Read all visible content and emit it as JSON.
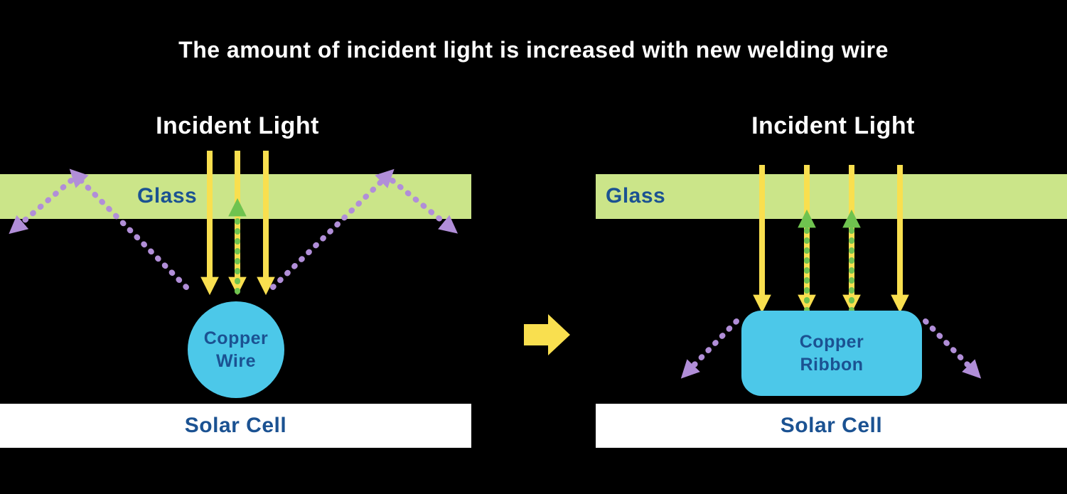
{
  "title": "The amount of incident light is increased with new welding wire",
  "left_panel": {
    "incident_light_label": "Incident Light",
    "glass_label": "Glass",
    "copper": {
      "line1": "Copper",
      "line2": "Wire"
    },
    "solar_cell_label": "Solar Cell"
  },
  "right_panel": {
    "incident_light_label": "Incident Light",
    "glass_label": "Glass",
    "copper": {
      "line1": "Copper",
      "line2": "Ribbon"
    },
    "solar_cell_label": "Solar Cell"
  },
  "colors": {
    "background": "#000000",
    "title_text": "#ffffff",
    "glass_fill": "#cbe589",
    "label_blue": "#1b5292",
    "incident_arrow_yellow": "#f9df4f",
    "reflected_arrow_green": "#6fc34f",
    "scattered_arrow_purple": "#b18ed8",
    "copper_fill": "#4cc8e9",
    "solar_cell_fill": "#ffffff"
  }
}
